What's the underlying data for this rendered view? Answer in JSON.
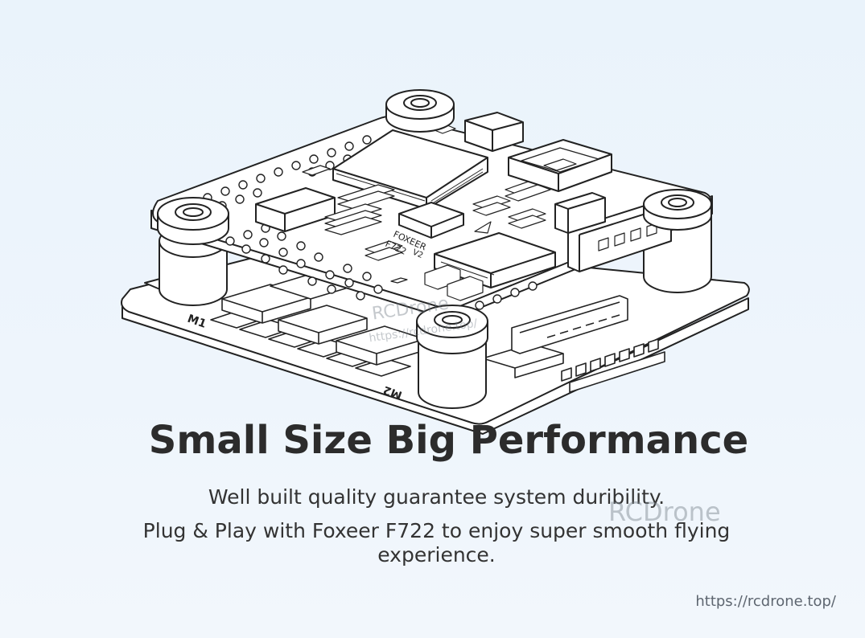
{
  "headline": "Small Size Big Performance",
  "subtitle_lines": [
    "Well built quality guarantee system duribility.",
    "Plug & Play with Foxeer F722 to enjoy super smooth flying",
    "experience."
  ],
  "watermark": {
    "brand": "RCDrone",
    "url": "https://rcdrone.top/"
  },
  "board_labels": {
    "motor_1": "M1",
    "motor_2": "M2",
    "brand": "FOXEER",
    "model": "F722",
    "version": "V2"
  },
  "illustration": {
    "subject": "flight-controller-stack",
    "stroke_color": "#222222",
    "fill_color": "#ffffff"
  }
}
